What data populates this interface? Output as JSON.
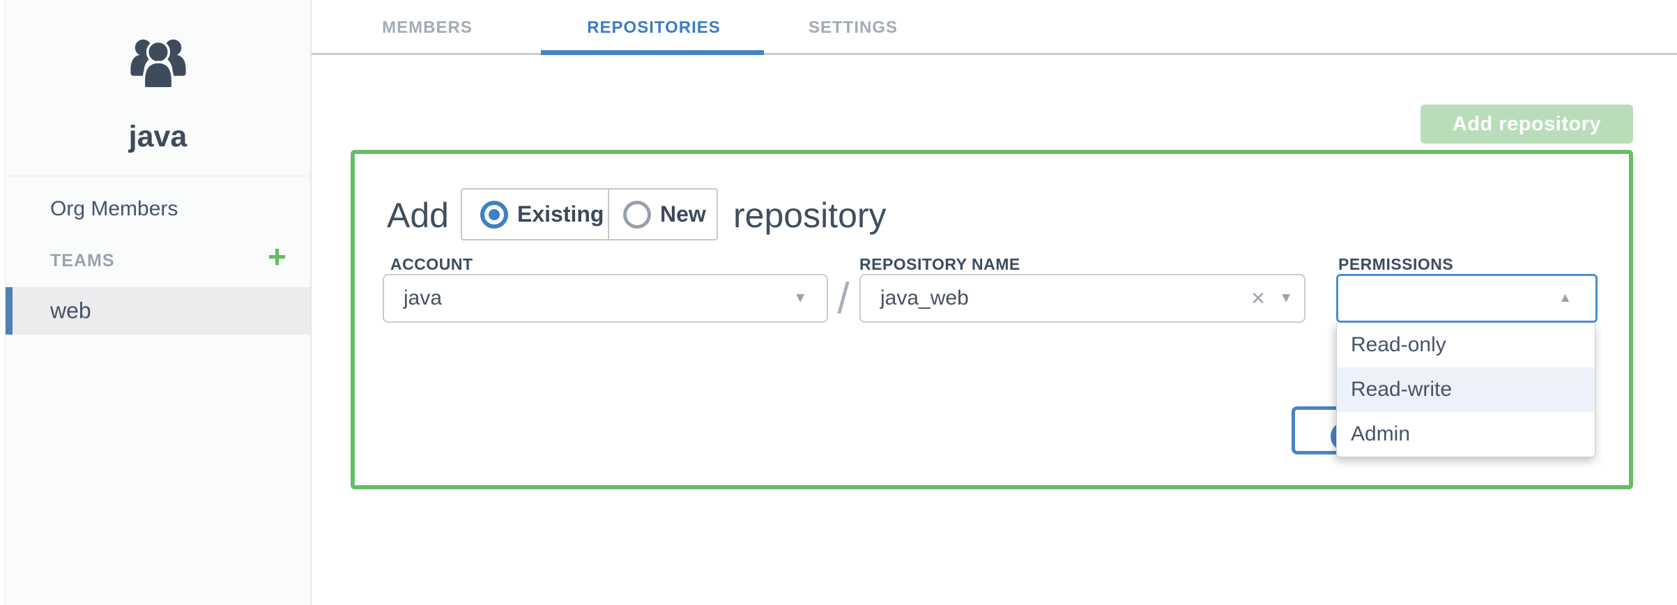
{
  "sidebar": {
    "team_name": "java",
    "org_members_label": "Org Members",
    "teams_label": "TEAMS",
    "teams": [
      {
        "name": "web",
        "selected": true
      }
    ]
  },
  "tabs": {
    "items": [
      "MEMBERS",
      "REPOSITORIES",
      "SETTINGS"
    ],
    "active": "REPOSITORIES"
  },
  "toolbar": {
    "add_repository_label": "Add repository",
    "state": "disabled"
  },
  "add_panel": {
    "heading_prefix": "Add",
    "heading_suffix": "repository",
    "mode_options": [
      {
        "label": "Existing",
        "selected": true
      },
      {
        "label": "New",
        "selected": false
      }
    ],
    "fields": {
      "account": {
        "label": "ACCOUNT",
        "value": "java"
      },
      "separator": "/",
      "repository_name": {
        "label": "REPOSITORY NAME",
        "value": "java_web"
      },
      "permissions": {
        "label": "PERMISSIONS",
        "value": "",
        "open": true
      }
    },
    "permissions_dropdown": {
      "options": [
        "Read-only",
        "Read-write",
        "Admin"
      ],
      "highlighted": "Read-write"
    }
  },
  "icons": {
    "caret_down": "▼",
    "caret_up": "▲",
    "clear": "×",
    "plus": "+"
  },
  "colors": {
    "accent_green": "#67bd67",
    "disabled_green": "#b9ddb9",
    "accent_blue": "#4383c4",
    "focus_blue": "#4b8ed0",
    "selected_row_gray": "#ececee",
    "highlight_blue": "#edf2fa",
    "dark_slate_text": "#3e4b5b",
    "muted_gray_text": "#99a3ae"
  }
}
